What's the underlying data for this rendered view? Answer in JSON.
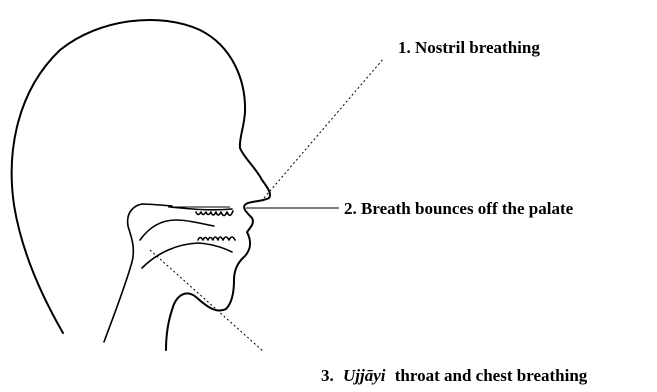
{
  "labels": {
    "nostril": "1. Nostril breathing",
    "palate": "2. Breath bounces off the palate",
    "throat_number": "3.",
    "throat_term": "Ujjāyi",
    "throat_rest": "throat and chest breathing"
  }
}
